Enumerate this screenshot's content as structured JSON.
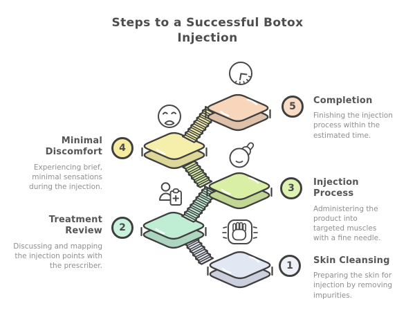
{
  "title": "Steps to a Successful Botox Injection",
  "colors": {
    "outline": "#3f3f3f",
    "title_text": "#4d4d4d",
    "step_title_text": "#555555",
    "description_text": "#8f8f8f",
    "background": "#ffffff"
  },
  "steps": [
    {
      "num": "1",
      "title": "Skin Cleansing",
      "description": "Preparing the skin for injection by removing impurities.",
      "color": "#e2e7f4",
      "badge_color": "#eff1f9",
      "icon": "hand-cleansing-icon",
      "side": "right"
    },
    {
      "num": "2",
      "title": "Treatment Review",
      "description": "Discussing and mapping the injection points with the prescriber.",
      "color": "#c0eed5",
      "badge_color": "#c9f1dc",
      "icon": "clinician-clipboard-icon",
      "side": "left"
    },
    {
      "num": "3",
      "title": "Injection Process",
      "description": "Administering the product into targeted muscles with a fine needle.",
      "color": "#d9efa5",
      "badge_color": "#def3b2",
      "icon": "syringe-face-icon",
      "side": "right"
    },
    {
      "num": "4",
      "title": "Minimal Discomfort",
      "description": "Experiencing brief, minimal sensations during the injection.",
      "color": "#f6efab",
      "badge_color": "#f5eca2",
      "icon": "sad-face-icon",
      "side": "left"
    },
    {
      "num": "5",
      "title": "Completion",
      "description": "Finishing the injection process within the estimated time.",
      "color": "#f8d6bc",
      "badge_color": "#f8dcc6",
      "icon": "clock-icon",
      "side": "right"
    }
  ]
}
